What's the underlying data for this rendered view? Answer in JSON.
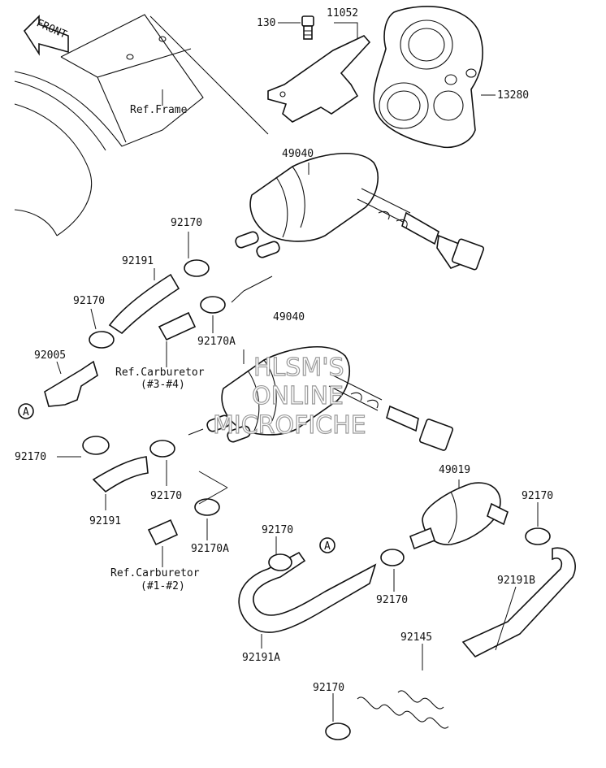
{
  "front_marker": "FRONT",
  "callouts": [
    {
      "id": "p130",
      "text": "130"
    },
    {
      "id": "p11052",
      "text": "11052"
    },
    {
      "id": "p13280",
      "text": "13280"
    },
    {
      "id": "ref_frame",
      "text": "Ref.Frame"
    },
    {
      "id": "p49040_top",
      "text": "49040"
    },
    {
      "id": "p92170_a",
      "text": "92170"
    },
    {
      "id": "p92191_top",
      "text": "92191"
    },
    {
      "id": "p92170_b",
      "text": "92170"
    },
    {
      "id": "p92170A_top",
      "text": "92170A"
    },
    {
      "id": "ref_carb_34",
      "text": "Ref.Carburetor"
    },
    {
      "id": "ref_carb_34_sub",
      "text": "(#3-#4)"
    },
    {
      "id": "p92005",
      "text": "92005"
    },
    {
      "id": "marker_a_left",
      "text": "A"
    },
    {
      "id": "p49040_mid",
      "text": "49040"
    },
    {
      "id": "p92170_c",
      "text": "92170"
    },
    {
      "id": "p92170_d",
      "text": "92170"
    },
    {
      "id": "p92191_mid",
      "text": "92191"
    },
    {
      "id": "p92170A_mid",
      "text": "92170A"
    },
    {
      "id": "ref_carb_12",
      "text": "Ref.Carburetor"
    },
    {
      "id": "ref_carb_12_sub",
      "text": "(#1-#2)"
    },
    {
      "id": "p49019",
      "text": "49019"
    },
    {
      "id": "p92170_e",
      "text": "92170"
    },
    {
      "id": "p92170_f",
      "text": "92170"
    },
    {
      "id": "marker_a_right",
      "text": "A"
    },
    {
      "id": "p92170_g",
      "text": "92170"
    },
    {
      "id": "p92191B",
      "text": "92191B"
    },
    {
      "id": "p92145",
      "text": "92145"
    },
    {
      "id": "p92191A",
      "text": "92191A"
    },
    {
      "id": "p92170_h",
      "text": "92170"
    }
  ],
  "watermark": [
    "HLSM'S",
    "ONLINE",
    "MICROFICHE"
  ]
}
